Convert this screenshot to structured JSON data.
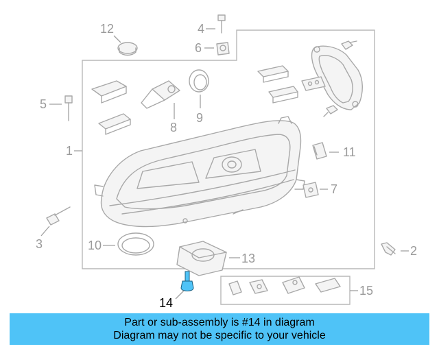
{
  "callouts": {
    "c1": "1",
    "c2": "2",
    "c3": "3",
    "c4": "4",
    "c5": "5",
    "c6": "6",
    "c7": "7",
    "c8": "8",
    "c9": "9",
    "c10": "10",
    "c11": "11",
    "c12": "12",
    "c13": "13",
    "c14": "14",
    "c15": "15"
  },
  "highlighted_part": "14",
  "banner": {
    "line1": "Part or sub-assembly is #14 in diagram",
    "line2": "Diagram may not be specific to your vehicle",
    "color": "#4fc3f7"
  },
  "colors": {
    "highlight_part": "#4fc3f7",
    "line_art": "#a8a8a8"
  }
}
